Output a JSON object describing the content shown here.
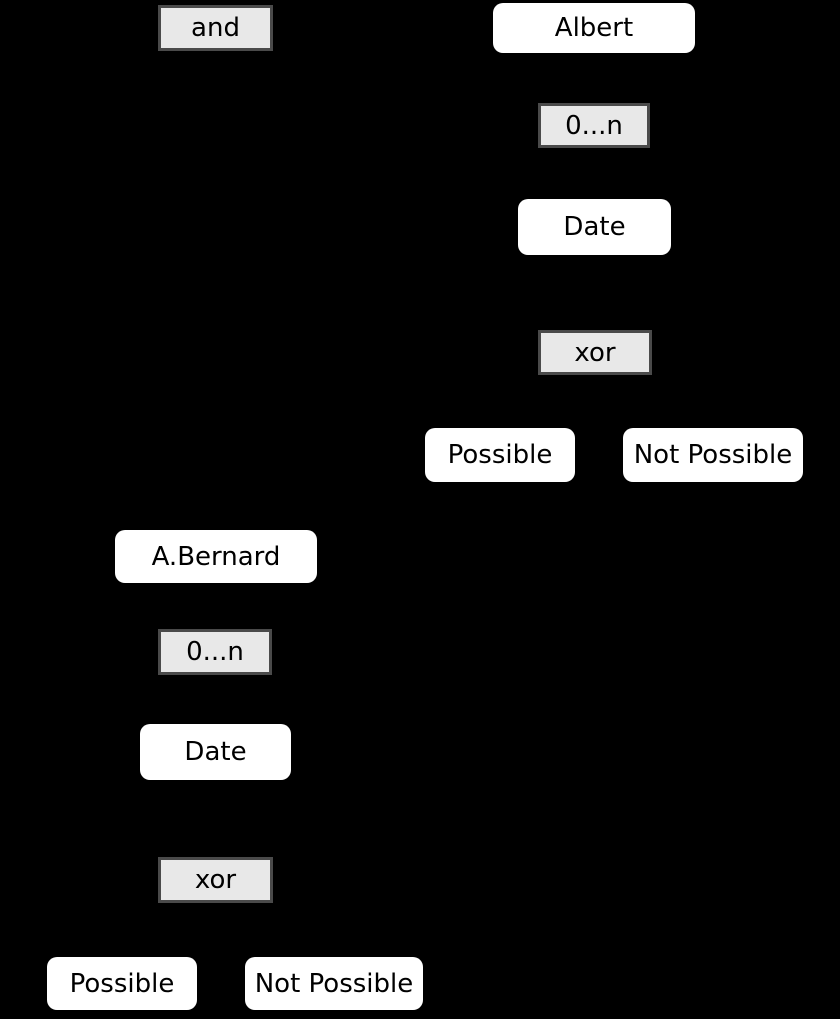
{
  "diagram": {
    "colors": {
      "background": "#000000",
      "operator_fill": "#e8e8e8",
      "operator_border": "#4a4a4a",
      "entity_fill": "#ffffff",
      "text": "#000000"
    },
    "nodes": {
      "and_operator": {
        "label": "and"
      },
      "albert": {
        "label": "Albert"
      },
      "albert_multiplicity": {
        "label": "0...n"
      },
      "albert_date": {
        "label": "Date"
      },
      "albert_xor": {
        "label": "xor"
      },
      "albert_possible": {
        "label": "Possible"
      },
      "albert_not_possible": {
        "label": "Not Possible"
      },
      "bernard": {
        "label": "A.Bernard"
      },
      "bernard_multiplicity": {
        "label": "0...n"
      },
      "bernard_date": {
        "label": "Date"
      },
      "bernard_xor": {
        "label": "xor"
      },
      "bernard_possible": {
        "label": "Possible"
      },
      "bernard_not_possible": {
        "label": "Not Possible"
      }
    }
  }
}
